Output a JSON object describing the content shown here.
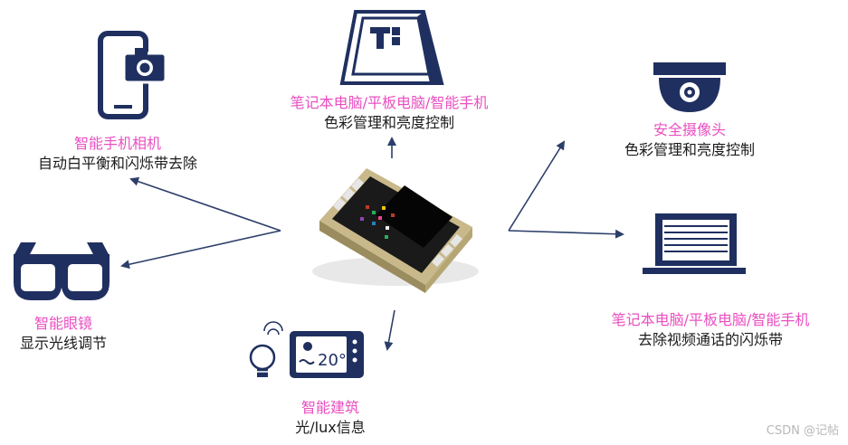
{
  "colors": {
    "icon": "#1f3060",
    "arrow": "#2c3e6a",
    "accent": "#e94fc0"
  },
  "nodes": {
    "camera_phone": {
      "title": "智能手机相机",
      "desc": "自动白平衡和闪烁带去除",
      "icon": "phone-camera-icon"
    },
    "tablet_top": {
      "title": "笔记本电脑/平板电脑/智能手机",
      "desc": "色彩管理和亮度控制",
      "icon": "tablet-stand-icon"
    },
    "security_cam": {
      "title": "安全摄像头",
      "desc": "色彩管理和亮度控制",
      "icon": "dome-camera-icon"
    },
    "glasses": {
      "title": "智能眼镜",
      "desc": "显示光线调节",
      "icon": "glasses-icon"
    },
    "building": {
      "title": "智能建筑",
      "desc": "光/lux信息",
      "icon": "thermostat-icon",
      "display_value": "20°"
    },
    "laptop": {
      "title": "笔记本电脑/平板电脑/智能手机",
      "desc": "去除视频通话的闪烁带",
      "icon": "laptop-icon"
    }
  },
  "center": {
    "icon": "sensor-chip-icon"
  },
  "watermark": "CSDN @记帖"
}
